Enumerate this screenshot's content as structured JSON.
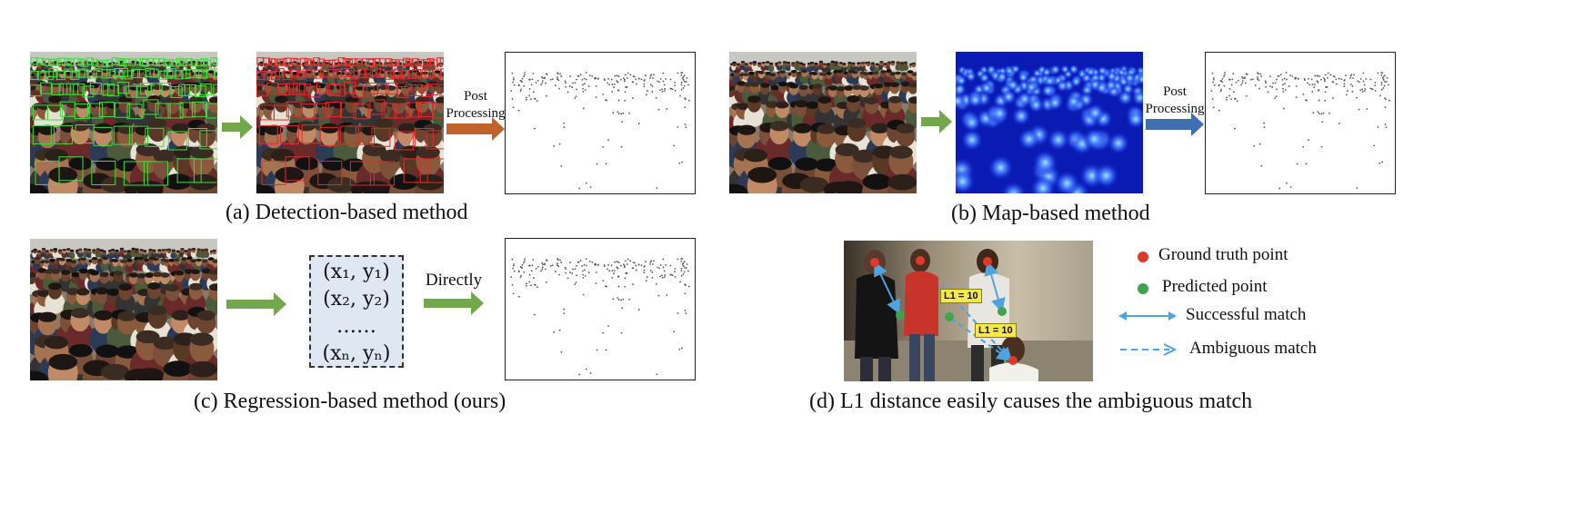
{
  "panels": {
    "a": {
      "caption": "(a) Detection-based method",
      "arrow_label": "Post\nProcessing"
    },
    "b": {
      "caption": "(b) Map-based method",
      "arrow_label": "Post\nProcessing"
    },
    "c": {
      "caption": "(c) Regression-based method (ours)",
      "arrow_label": "Directly",
      "coords": [
        "(x₁, y₁)",
        "(x₂, y₂)",
        "……",
        "(xₙ, yₙ)"
      ]
    },
    "d": {
      "caption": "(d) L1 distance easily causes the ambiguous match",
      "distance_tags": [
        "L1 = 10",
        "L1 = 10"
      ],
      "legend": {
        "ground_truth": "Ground truth point",
        "predicted": "Predicted point",
        "successful": "Successful match",
        "ambiguous": "Ambiguous match"
      }
    }
  },
  "colors": {
    "green_arrow": "#72a84a",
    "orange_arrow": "#c0622a",
    "blue_arrow": "#3f6fb3",
    "ground_truth": "#e0392b",
    "predicted": "#3fa34d",
    "match_arrow": "#4fa3e0",
    "density_map": "#0a1bb4"
  },
  "icons": [
    "crowd-photo",
    "detection-boxes",
    "density-map",
    "point-map",
    "right-arrow"
  ]
}
